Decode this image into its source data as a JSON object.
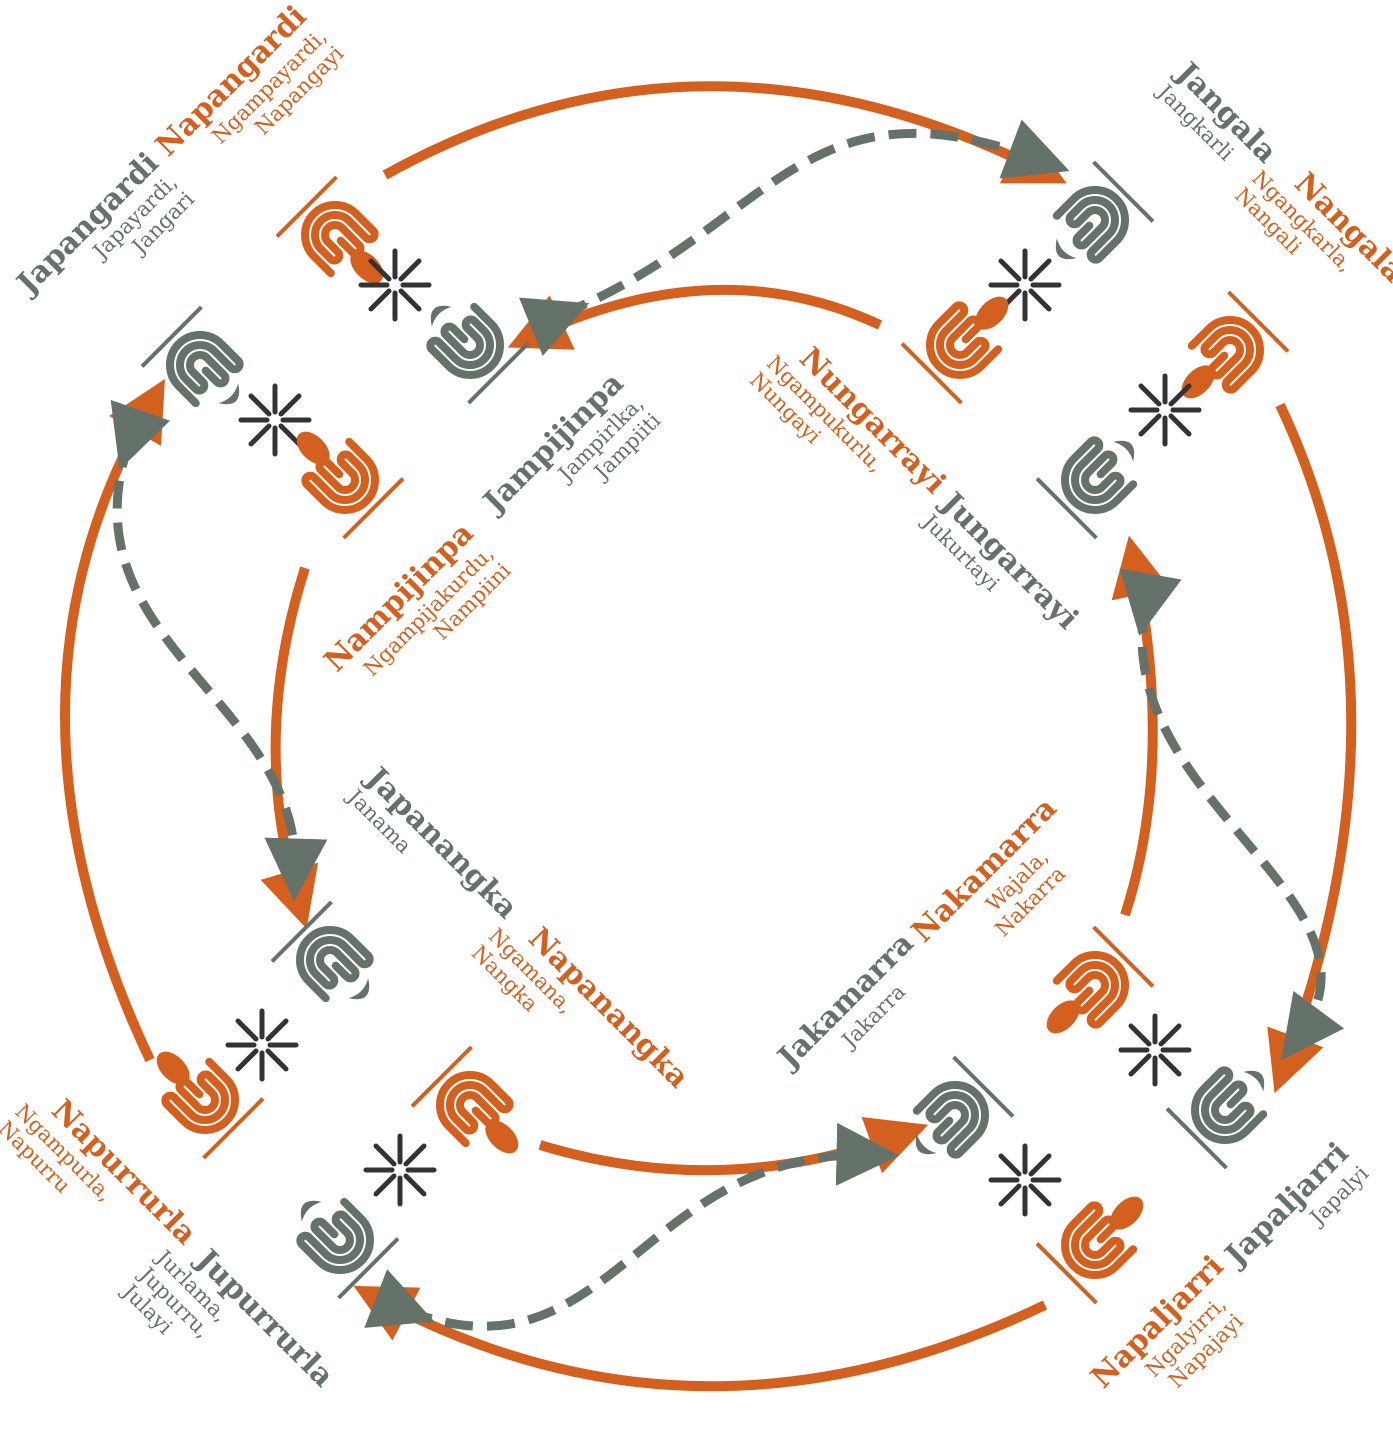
{
  "colors": {
    "orange": "#d4601f",
    "grey": "#647269",
    "dark": "#333333"
  },
  "icons": [
    "spiral-figure-icon",
    "sunburst-icon",
    "crescent-icon",
    "oval-icon"
  ],
  "groups": {
    "japangardi": {
      "name": "Japangardi",
      "alt1": "Japayardi,",
      "alt2": "Jangari"
    },
    "napangardi": {
      "name": "Napangardi",
      "alt1": "Ngampayardi,",
      "alt2": "Napangayi"
    },
    "jangala": {
      "name": "Jangala",
      "alt1": "Jangkarli"
    },
    "nangala": {
      "name": "Nangala",
      "alt1": "Ngangkarla,",
      "alt2": "Nangali"
    },
    "jampijinpa": {
      "name": "Jampijinpa",
      "alt1": "Jampirlka,",
      "alt2": "Jampiiti"
    },
    "nampijinpa": {
      "name": "Nampijinpa",
      "alt1": "Ngampijakurdu,",
      "alt2": "Nampiini"
    },
    "nungarrayi": {
      "name": "Nungarrayi",
      "alt1": "Ngampukurlu,",
      "alt2": "Nungayi"
    },
    "jungarrayi": {
      "name": "Jungarrayi",
      "alt1": "Jukurtayi"
    },
    "japanangka": {
      "name": "Japanangka",
      "alt1": "Janama"
    },
    "napanangka": {
      "name": "Napanangka",
      "alt1": "Ngamana,",
      "alt2": "Nangka"
    },
    "jakamarra": {
      "name": "Jakamarra",
      "alt1": "Jakarra"
    },
    "nakamarra": {
      "name": "Nakamarra",
      "alt1": "Wajala,",
      "alt2": "Nakarra"
    },
    "napurrurla": {
      "name": "Napurrurla",
      "alt1": "Ngampurla,",
      "alt2": "Napurru"
    },
    "jupurrurla": {
      "name": "Jupurrurla",
      "alt1": "Jurlama,",
      "alt2": "Jupurru,",
      "alt3": "Julayi"
    },
    "napaljarri": {
      "name": "Napaljarri",
      "alt1": "Ngalyirri,",
      "alt2": "Napajayi"
    },
    "japaljarri": {
      "name": "Japaljarri",
      "alt1": "Japalyi"
    }
  }
}
